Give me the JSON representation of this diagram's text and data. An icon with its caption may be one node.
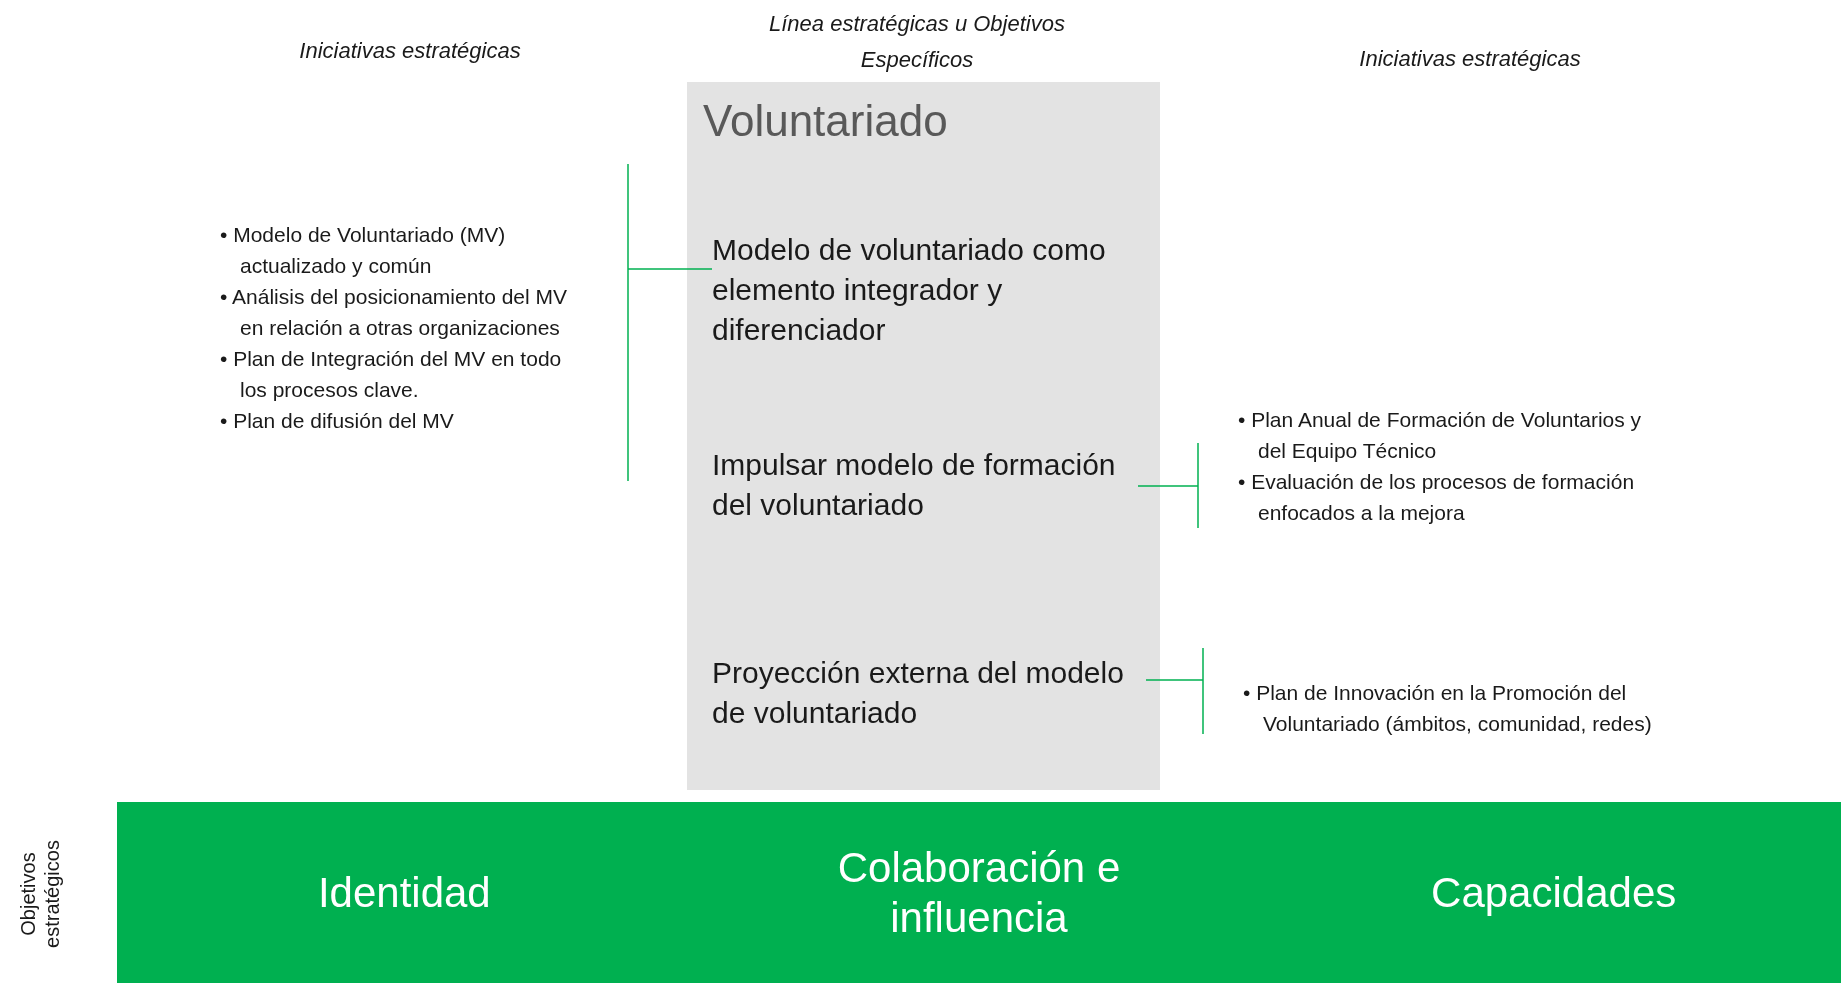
{
  "diagram": {
    "nodes": [
      {
        "text": [
          "Voluntariado"
        ]
      },
      {
        "text": [
          "• Modelo de Voluntariado (MV)  actualizado y común",
          "• Análisis del posicionamiento del MV en relación a otras organizaciones",
          "• Plan de Integración del MV en todo los procesos clave.",
          "• Plan de difusión del  MV"
        ]
      },
      {
        "text": [
          "Modelo de voluntariado como elemento integrador y diferenciador"
        ],
        "in": 0
      },
      {
        "text": [
          "Impulsar modelo de formación del voluntariado"
        ],
        "in": 0
      },
      {
        "text": [
          "• Plan Anual de Formación de Voluntarios y del Equipo Técnico",
          "• Evaluación de los procesos de formación enfocados a la mejora"
        ]
      },
      {
        "text": [
          "Proyección externa del modelo de voluntariado"
        ],
        "in": 0
      },
      {
        "text": [
          "• Plan de Innovación en la Promoción del Voluntariado (ámbitos, comunidad, redes)"
        ]
      },
      {
        "text": [
          "Identidad",
          "Colaboración e influencia",
          "Capacidades"
        ]
      }
    ],
    "edges": [
      {
        "from": 1,
        "to": 2,
        "arrow": "none"
      },
      {
        "from": 3,
        "to": 4,
        "arrow": "none"
      },
      {
        "from": 5,
        "to": 6,
        "arrow": "none"
      }
    ],
    "labels": [
      "Iniciativas estratégicas",
      "Línea estratégicas u Objetivos Específicos",
      "Iniciativas estratégicas",
      "Objetivos estratégicos"
    ]
  }
}
